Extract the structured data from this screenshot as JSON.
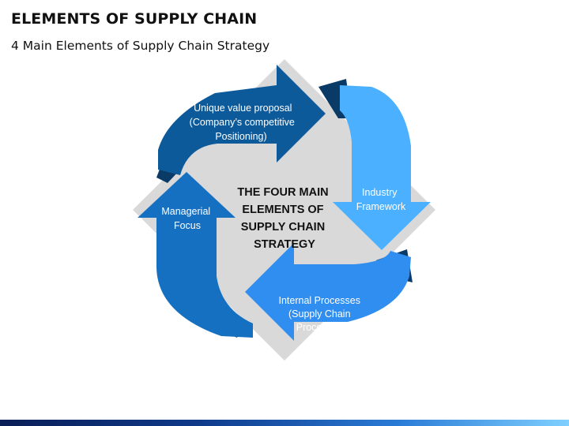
{
  "slide": {
    "title": "ELEMENTS OF SUPPLY CHAIN",
    "subtitle": "4 Main Elements of Supply Chain Strategy"
  },
  "diagram": {
    "center_lines": [
      "THE FOUR MAIN",
      "ELEMENTS OF",
      "SUPPLY CHAIN",
      "STRATEGY"
    ],
    "elements": {
      "top": {
        "lines": [
          "Unique value proposal",
          "(Company’s  competitive",
          "Positioning)"
        ]
      },
      "right": {
        "lines": [
          "Industry",
          "Framework"
        ]
      },
      "bottom": {
        "lines": [
          "Internal Processes",
          "(Supply Chain",
          "Processes)"
        ]
      },
      "left": {
        "lines": [
          "Managerial",
          "Focus"
        ]
      }
    }
  },
  "colors": {
    "background_diamond": "#d9d9d9",
    "top_arrow": "#0d5a9b",
    "right_arrow": "#4ab0ff",
    "bottom_arrow": "#2f8ef0",
    "left_arrow": "#1670c2",
    "fold_shadow": "#0a3a66"
  }
}
